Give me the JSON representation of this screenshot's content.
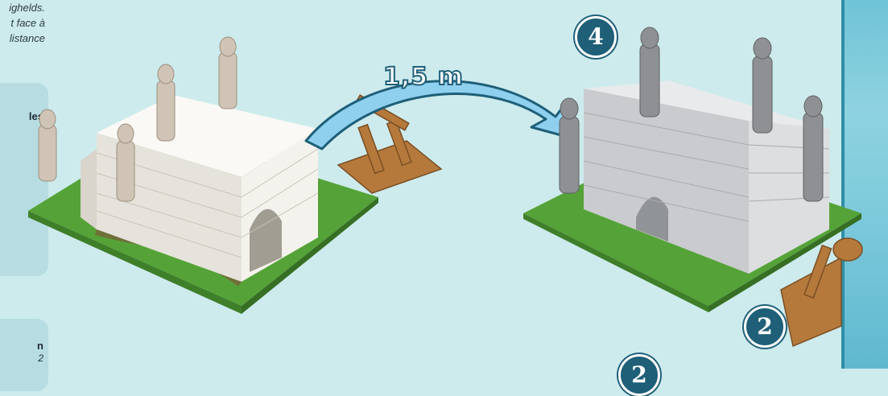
{
  "intro_lines": [
    "ighelds.",
    "t face à",
    "listance"
  ],
  "side_boxes": {
    "box1_title": "les",
    "box2_title": "n",
    "box2_note": "2"
  },
  "distance_label": "1,5 m",
  "badges": {
    "top": "4",
    "catapult": "2",
    "bottom": "2"
  },
  "colors": {
    "background": "#cdebed",
    "badge": "#1f5f78",
    "arrow": "#8fd0ef",
    "white_wall": "#f1efe9",
    "grey_wall": "#cfd1d3",
    "grass": "#5aa83a",
    "catapult_wood": "#b5793c"
  },
  "icons": [
    "white-wall-model",
    "grey-wall-model",
    "catapult-left",
    "catapult-right",
    "range-arrow"
  ]
}
